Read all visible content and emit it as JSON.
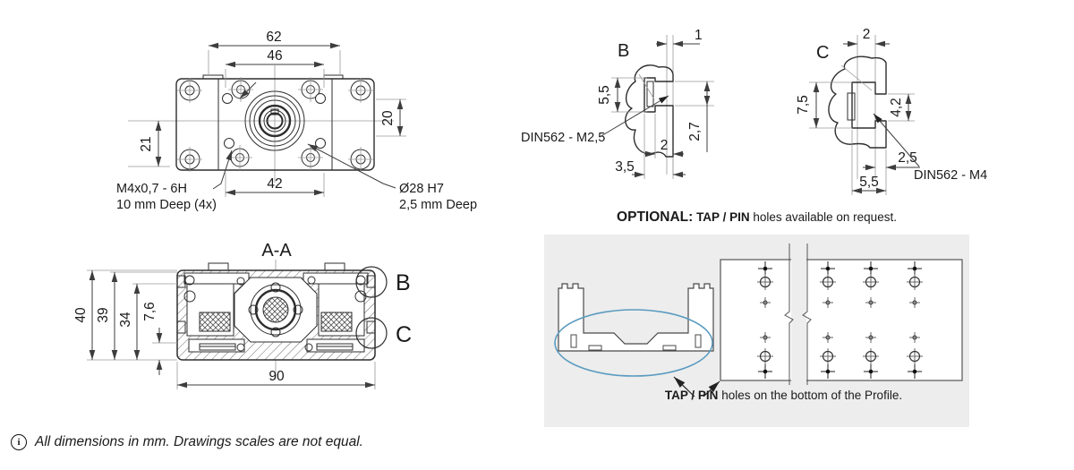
{
  "colors": {
    "panel_bg": "#ededed",
    "line": "#2e2e2e",
    "accent_blue": "#5b9bc0"
  },
  "top_view": {
    "dim_62": "62",
    "dim_46": "46",
    "dim_20": "20",
    "dim_21": "21",
    "dim_42": "42",
    "thread_label_line1": "M4x0,7 - 6H",
    "thread_label_line2": "10 mm Deep (4x)",
    "bore_label_line1": "Ø28 H7",
    "bore_label_line2": "2,5 mm Deep"
  },
  "detail_b": {
    "title": "B",
    "dim_1": "1",
    "dim_5_5": "5,5",
    "dim_2_7": "2,7",
    "dim_2": "2",
    "dim_3_5": "3,5",
    "nut_label": "DIN562 - M2,5"
  },
  "detail_c": {
    "title": "C",
    "dim_2": "2",
    "dim_7_5": "7,5",
    "dim_4_2": "4,2",
    "dim_2_5": "2,5",
    "dim_5_5": "5,5",
    "nut_label": "DIN562 - M4"
  },
  "section_aa": {
    "title": "A-A",
    "dim_40": "40",
    "dim_39": "39",
    "dim_34": "34",
    "dim_7_6": "7,6",
    "dim_90": "90",
    "detail_b_ref": "B",
    "detail_c_ref": "C"
  },
  "optional_note": {
    "heading": "OPTIONAL:",
    "bold_part": "TAP / PIN",
    "rest": "holes available on request."
  },
  "panel": {
    "caption_bold": "TAP / PIN",
    "caption_rest": "holes on the bottom of the Profile.",
    "hole_columns": 4,
    "hole_rows_per_column": 6
  },
  "footer": {
    "info_icon": "i",
    "note": "All dimensions in mm. Drawings scales are not equal."
  }
}
